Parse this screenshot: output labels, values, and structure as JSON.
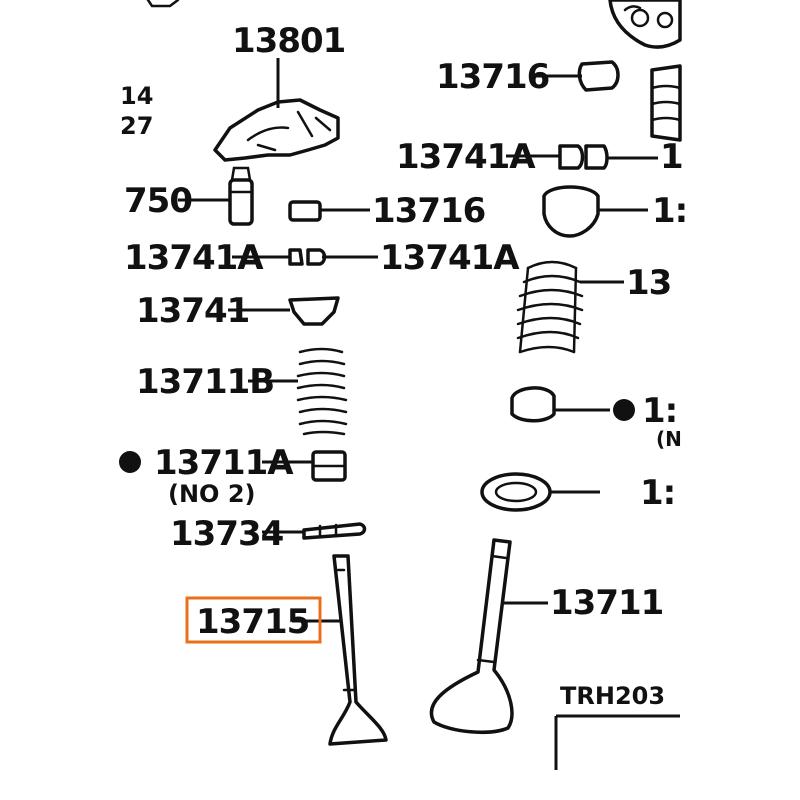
{
  "labels": {
    "l_13801": "13801",
    "l_14": "14",
    "l_27": "27",
    "l_750": "750",
    "l_13716_top": "13716",
    "l_13741a_right": "13741A",
    "l_13716_mid": "13716",
    "l_13741a_left": "13741A",
    "l_13741a_mid": "13741A",
    "l_13741": "13741",
    "l_13711b": "13711B",
    "l_13711a": "13711A",
    "l_no2": "(NO 2)",
    "l_13734": "13734",
    "l_13715": "13715",
    "l_13711": "13711",
    "l_trh": "TRH203",
    "l_r1": "1",
    "l_r2": "1:",
    "l_r3": "13",
    "l_r4": "1:",
    "l_r5": "(N",
    "l_r6": "1:"
  },
  "highlight_color": "#e8701a"
}
